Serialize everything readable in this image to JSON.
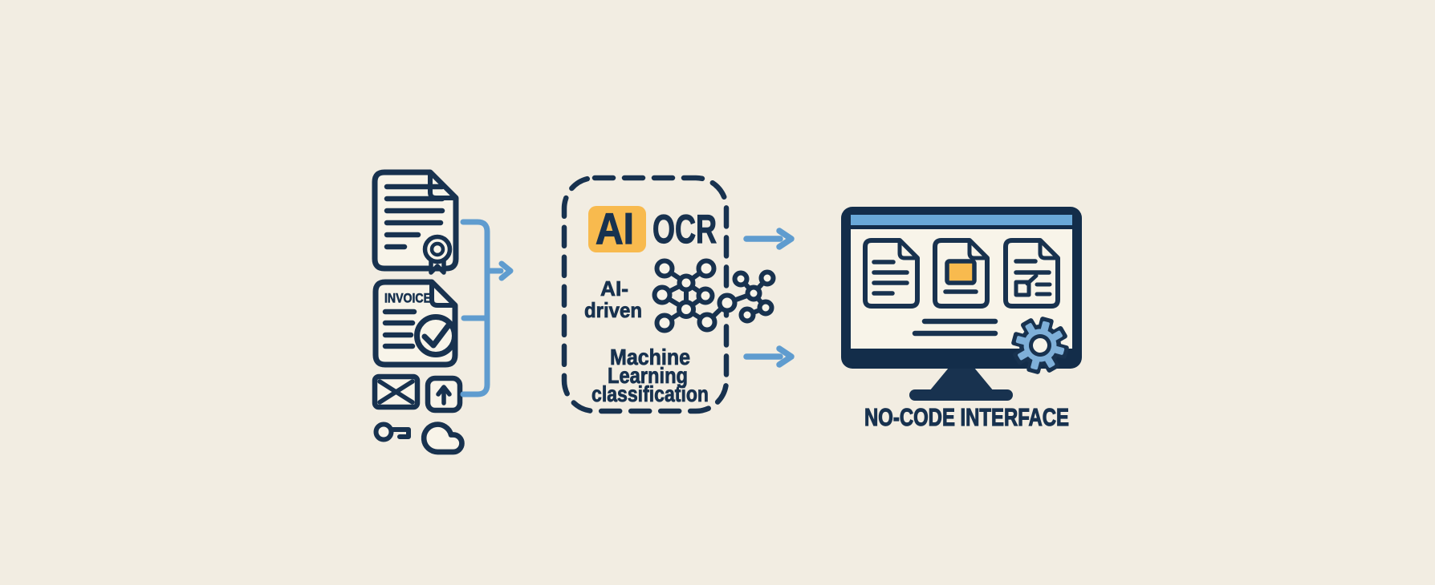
{
  "illustration": {
    "subject": "ai-document-processing-pipeline",
    "background": "#f2ede2",
    "palette": {
      "navy": "#18324f",
      "frame_navy": "#132d4a",
      "flow_blue": "#5f9ccf",
      "titlebar_blue": "#69a8d8",
      "gear_blue": "#7fb0d9",
      "orange": "#f8ba4e",
      "paper": "#f8f4e9"
    },
    "sources": {
      "invoice_label": "INVOICE",
      "icons": [
        "certificate-document",
        "invoice-document",
        "envelope",
        "upload",
        "key",
        "cloud"
      ]
    },
    "processing": {
      "badge_label": "AI",
      "title": "OCR",
      "subtitle_lines": [
        "AI-",
        "driven"
      ],
      "caption_lines": [
        "Machine",
        "Learning",
        "classification"
      ],
      "icon": "neural-network"
    },
    "output": {
      "caption": "NO-CODE INTERFACE",
      "icons": [
        "monitor",
        "document-text",
        "document-image",
        "document-form",
        "gear"
      ]
    }
  }
}
